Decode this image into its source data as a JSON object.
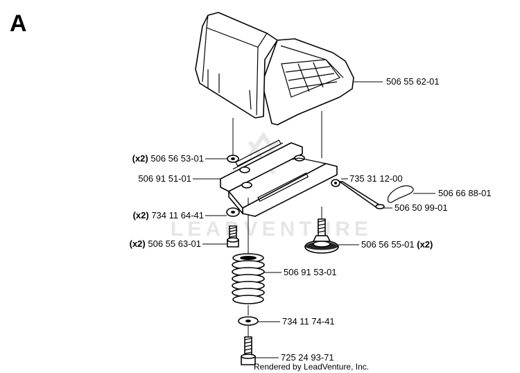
{
  "section_letter": "A",
  "watermark": "LEADVENTURE",
  "credit": "Rendered by LeadVenture, Inc.",
  "callouts": [
    {
      "id": "seat",
      "qty": "",
      "part": "506 55 62-01"
    },
    {
      "id": "nut-top",
      "qty": "(x2)",
      "part": "506 56 53-01"
    },
    {
      "id": "bracket",
      "qty": "",
      "part": "506 91 51-01"
    },
    {
      "id": "washer-small",
      "qty": "",
      "part": "735 31 12-00"
    },
    {
      "id": "cotter-pin",
      "qty": "",
      "part": "506 66 88-01"
    },
    {
      "id": "pivot-pin",
      "qty": "",
      "part": "506 50 99-01"
    },
    {
      "id": "washer-mid",
      "qty": "(x2)",
      "part": "734 11 64-41"
    },
    {
      "id": "bolt-short",
      "qty": "(x2)",
      "part": "506 55 63-01"
    },
    {
      "id": "knob",
      "qty": "(x2)",
      "part": "506 56 55-01"
    },
    {
      "id": "spring",
      "qty": "",
      "part": "506 91 53-01"
    },
    {
      "id": "washer-large",
      "qty": "",
      "part": "734 11 74-41"
    },
    {
      "id": "bolt-long",
      "qty": "",
      "part": "725 24 93-71"
    }
  ]
}
